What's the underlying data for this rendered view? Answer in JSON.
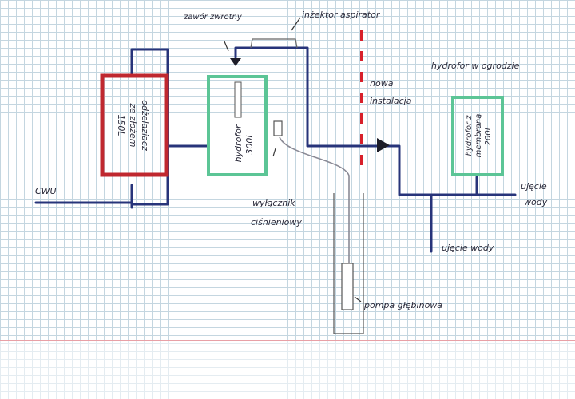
{
  "labels": {
    "cwu": "CWU",
    "zawor_zwrotny": "zawór zwrotny",
    "inzektor": "inżektor aspirator",
    "nowa": "nowa",
    "instalacja": "instalacja",
    "hydrofor_ogrodzie": "hydrofor w ogrodzie",
    "odzelaziacz_1": "odżelaziacz",
    "odzelaziacz_2": "ze złożem",
    "odzelaziacz_3": "150L",
    "hydrofor_300_1": "hydrofor",
    "hydrofor_300_2": "300L",
    "membr_1": "hydrofor z",
    "membr_2": "membraną",
    "membr_3": "200L",
    "wylacznik_1": "wyłącznik",
    "wylacznik_2": "ciśnieniowy",
    "ujecie_wody_right_1": "ujęcie",
    "ujecie_wody_right_2": "wody",
    "ujecie_wody_bottom": "ujęcie wody",
    "pompa": "pompa głębinowa"
  },
  "colors": {
    "pipe": "#27347a",
    "iron_tank": "#c0282f",
    "hydro_tank": "#5cc596",
    "new_install_line": "#d8202a",
    "hose": "#8a8a95"
  }
}
